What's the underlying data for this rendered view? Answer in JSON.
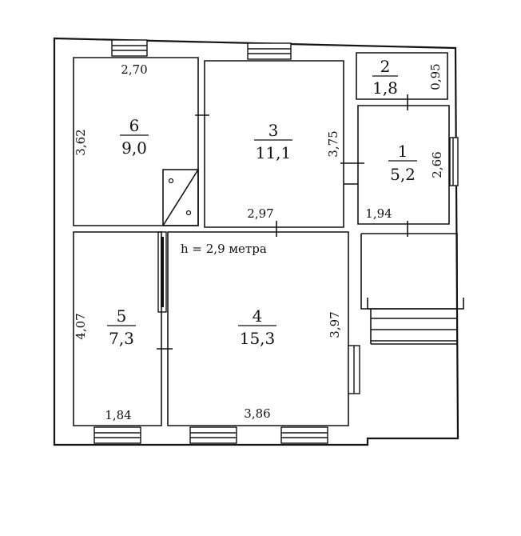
{
  "rooms": [
    {
      "id": "1",
      "number": "1",
      "area": "5,2"
    },
    {
      "id": "2",
      "number": "2",
      "area": "1,8"
    },
    {
      "id": "3",
      "number": "3",
      "area": "11,1"
    },
    {
      "id": "4",
      "number": "4",
      "area": "15,3"
    },
    {
      "id": "5",
      "number": "5",
      "area": "7,3"
    },
    {
      "id": "6",
      "number": "6",
      "area": "9,0"
    }
  ],
  "dimensions": {
    "room6_width": "2,70",
    "room6_height": "3,62",
    "room3_height": "3,75",
    "room3_width": "2,97",
    "room2_height": "0,95",
    "room1_height": "2,66",
    "room1_width": "1,94",
    "room5_height": "4,07",
    "room5_width": "1,84",
    "room4_height": "3,97",
    "room4_width": "3,86"
  },
  "ceiling_height": "h = 2,9 метра",
  "colors": {
    "ink": "#141414",
    "paper": "#ffffff"
  }
}
